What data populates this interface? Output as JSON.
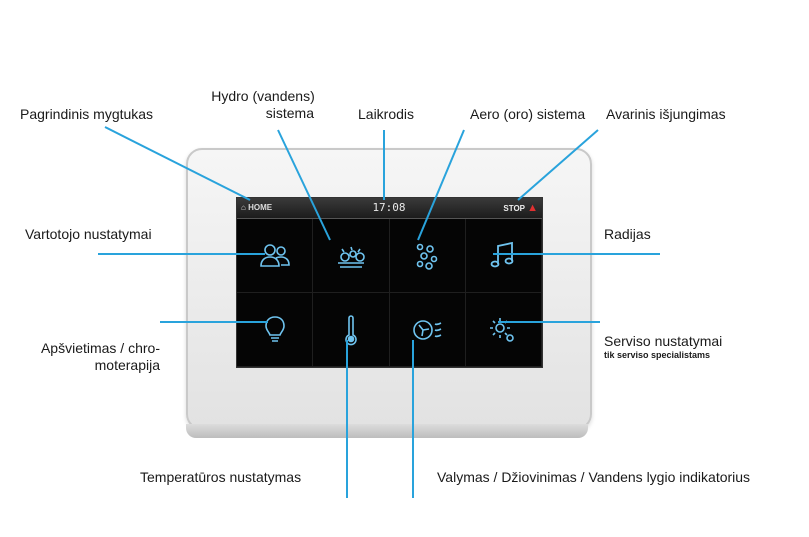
{
  "labels": {
    "main_button": "Pagrindinis mygtukas",
    "hydro_line1": "Hydro (vandens)",
    "hydro_line2": "sistema",
    "clock_label": "Laikrodis",
    "aero": "Aero (oro) sistema",
    "emergency": "Avarinis išjungimas",
    "user_settings": "Vartotojo nustatymai",
    "radio": "Radijas",
    "lighting_line1": "Apšvietimas / chro-",
    "lighting_line2": "moterapija",
    "service_line1": "Serviso nustatymai",
    "service_line2": "tik serviso specialistams",
    "temperature": "Temperatūros nustatymas",
    "cleaning": "Valymas  / Džiovinimas / Vandens lygio indikatorius"
  },
  "screen": {
    "home_text": "HOME",
    "clock_time": "17:08",
    "stop_text": "STOP"
  },
  "colors": {
    "leader_line": "#29a3dc",
    "icon": "#6fc4f0",
    "stop_warning": "#e03030"
  }
}
